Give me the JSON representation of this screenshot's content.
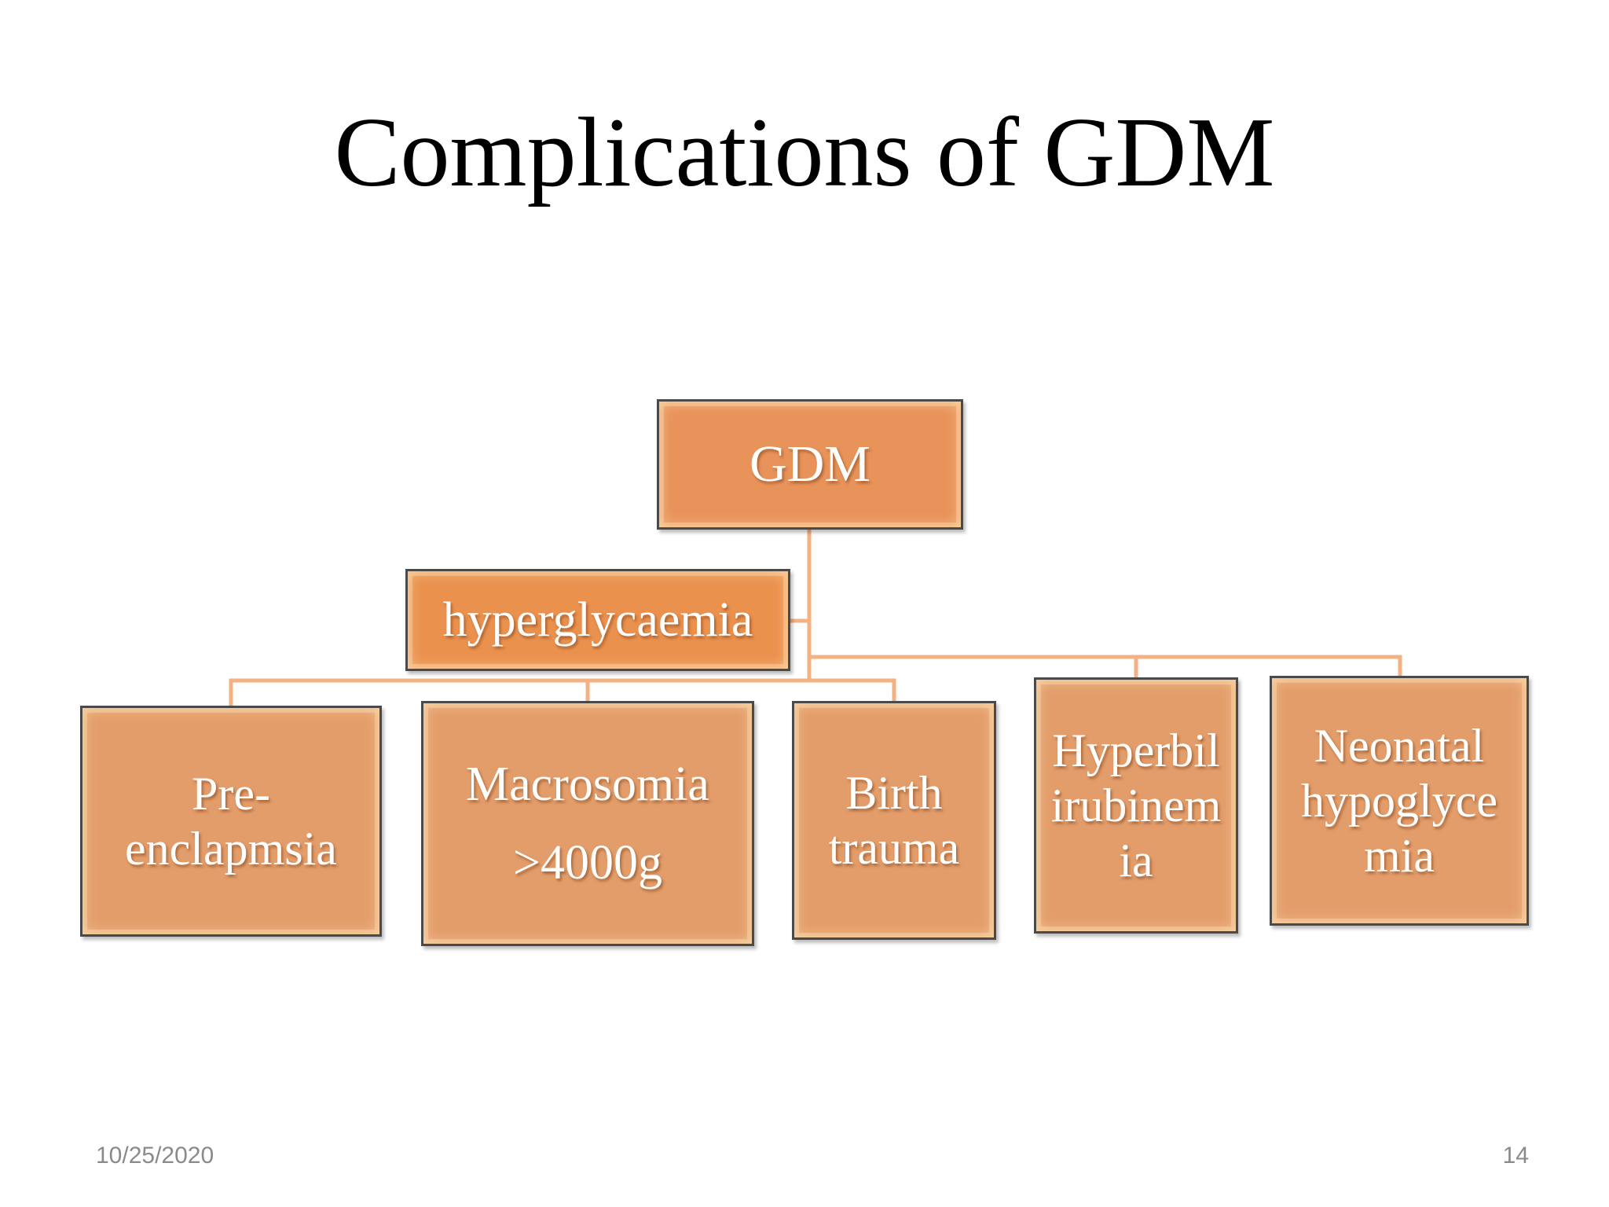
{
  "slide": {
    "title": "Complications of GDM",
    "date": "10/25/2020",
    "page_number": "14"
  },
  "diagram": {
    "type": "org-chart",
    "colors": {
      "node_fill": "#e39d6a",
      "root_fill": "#e8935a",
      "assistant_fill": "#ea914e",
      "connector": "#f4b183",
      "text": "#ffffff"
    },
    "root": {
      "label": "GDM"
    },
    "assistant": {
      "label": "hyperglycaemia"
    },
    "children": [
      {
        "label": "Pre-\nenclapmsia"
      },
      {
        "label": "Macrosomia\n>4000g"
      },
      {
        "label": "Birth\ntrauma"
      },
      {
        "label": "Hyperbil\nirubinem\nia"
      },
      {
        "label": "Neonatal\nhypoglyce\nmia"
      }
    ]
  }
}
